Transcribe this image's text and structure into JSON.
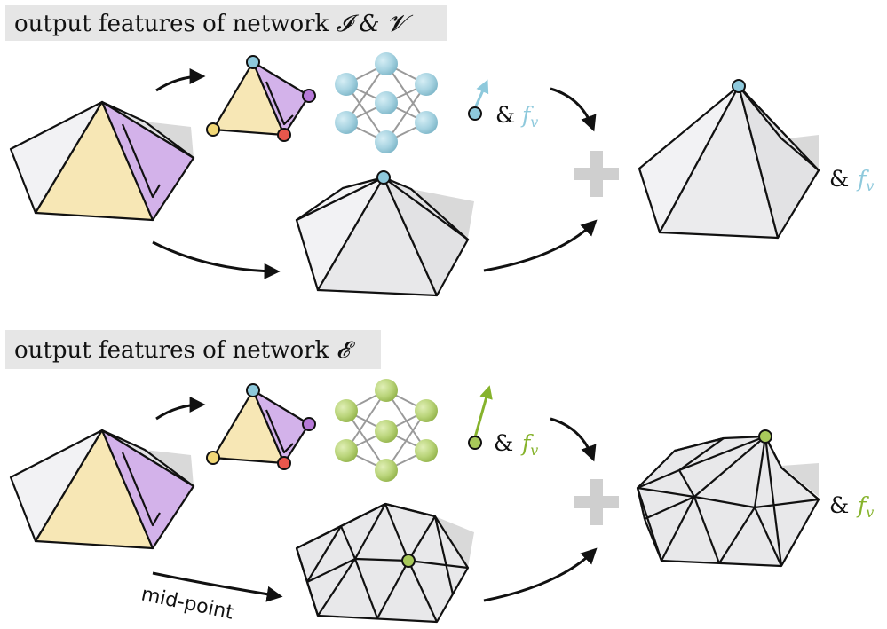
{
  "sections": [
    {
      "banner_prefix": "output features of network ",
      "banner_symbol": "𝓘 & 𝓥",
      "feature_amp": "&",
      "feature_f": "f",
      "feature_sub": "v",
      "result_amp": "&",
      "result_f": "f",
      "result_sub": "v",
      "accent": "#8ec9dc",
      "accent_dark": "#5fb0cc",
      "arrow_label": ""
    },
    {
      "banner_prefix": "output features of network ",
      "banner_symbol": "𝓔",
      "feature_amp": "&",
      "feature_f": "f",
      "feature_sub": "v",
      "result_amp": "&",
      "result_f": "f",
      "result_sub": "v",
      "accent": "#a8c95a",
      "accent_dark": "#86b32c",
      "arrow_label": "mid-point"
    }
  ],
  "colors": {
    "yellow_face": "#f7e7b5",
    "purple_face": "#d3b2ea",
    "light_face": "#f2f2f4",
    "mid_face": "#e2e2e4",
    "shadow": "#d9d9d9",
    "vertex_yellow": "#f2d877",
    "vertex_purple": "#b77ad9",
    "vertex_red": "#e8574c",
    "plus": "#cfcfcf"
  },
  "icons": [
    "arrow-icon",
    "plus-icon",
    "neural-network-icon",
    "vector-arrow-icon"
  ]
}
